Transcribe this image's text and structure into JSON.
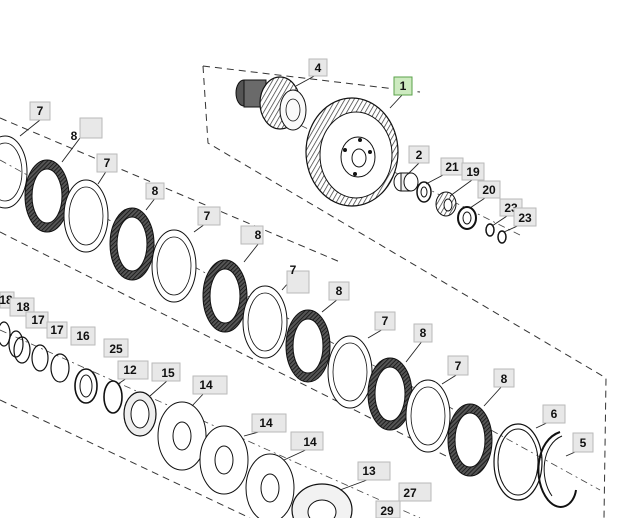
{
  "diagram": {
    "callouts": [
      {
        "label": "4"
      },
      {
        "label": "1",
        "highlight": true
      },
      {
        "label": "2"
      },
      {
        "label": "21"
      },
      {
        "label": "19"
      },
      {
        "label": "20"
      },
      {
        "label": "23"
      },
      {
        "label": "23"
      },
      {
        "label": "7"
      },
      {
        "label": "8"
      },
      {
        "label": "7"
      },
      {
        "label": "8"
      },
      {
        "label": "7"
      },
      {
        "label": "8"
      },
      {
        "label": "7"
      },
      {
        "label": "8"
      },
      {
        "label": "7"
      },
      {
        "label": "8"
      },
      {
        "label": "7"
      },
      {
        "label": "8"
      },
      {
        "label": "6"
      },
      {
        "label": "5"
      },
      {
        "label": "18"
      },
      {
        "label": "18"
      },
      {
        "label": "17"
      },
      {
        "label": "17"
      },
      {
        "label": "16"
      },
      {
        "label": "25"
      },
      {
        "label": "12"
      },
      {
        "label": "15"
      },
      {
        "label": "14"
      },
      {
        "label": "14"
      },
      {
        "label": "14"
      },
      {
        "label": "13"
      },
      {
        "label": "27"
      },
      {
        "label": "29"
      }
    ]
  }
}
